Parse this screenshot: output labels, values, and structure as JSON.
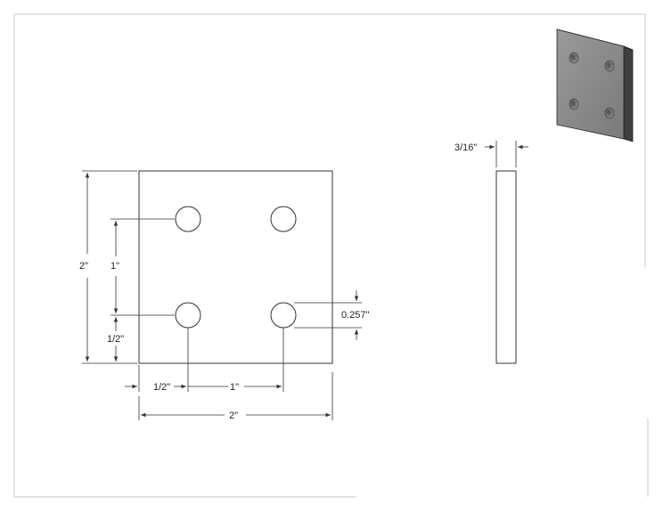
{
  "drawing": {
    "dimensions": {
      "overall_height": "2\"",
      "hole_spacing_vertical": "1\"",
      "edge_offset_vertical": "1/2\"",
      "edge_offset_horizontal": "1/2\"",
      "hole_spacing_horizontal": "1\"",
      "overall_width": "2\"",
      "hole_diameter": "0.257\"",
      "thickness": "3/16\""
    },
    "holes": 4
  },
  "colors": {
    "line": "#333333",
    "plate_face": "#8a8a8a",
    "plate_edge": "#4a4a4a",
    "border": "#bbbbbb"
  }
}
